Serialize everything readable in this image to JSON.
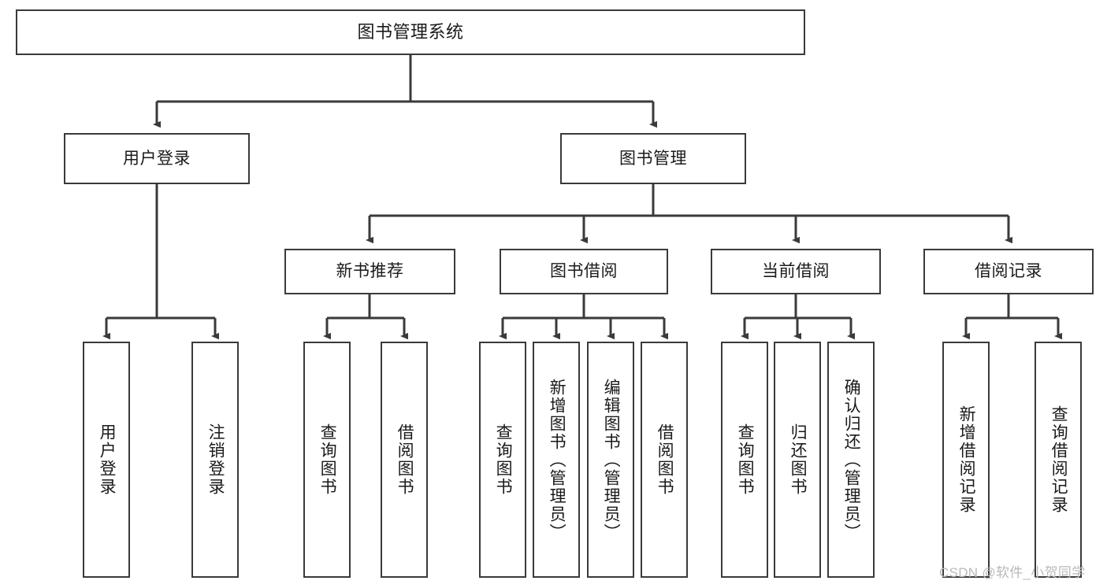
{
  "diagram": {
    "title": "图书管理系统",
    "type": "tree-hierarchy",
    "watermark": "CSDN @软件_小贺同学",
    "colors": {
      "border": "#3a3a3a",
      "background": "#ffffff",
      "text": "#1a1a1a",
      "edge": "#3a3a3a",
      "watermark": "#b9b9b9"
    },
    "root": {
      "label": "图书管理系统"
    },
    "level1": [
      {
        "label": "用户登录"
      },
      {
        "label": "图书管理"
      }
    ],
    "level2": [
      {
        "label": "新书推荐"
      },
      {
        "label": "图书借阅"
      },
      {
        "label": "当前借阅"
      },
      {
        "label": "借阅记录"
      }
    ],
    "leaves": {
      "user_login": [
        {
          "label": "用户登录"
        },
        {
          "label": "注销登录"
        }
      ],
      "new_book": [
        {
          "label": "查询图书"
        },
        {
          "label": "借阅图书"
        }
      ],
      "book_borrow": [
        {
          "label": "查询图书"
        },
        {
          "label": "新增图书（管理员）"
        },
        {
          "label": "编辑图书（管理员）"
        },
        {
          "label": "借阅图书"
        }
      ],
      "current_borrow": [
        {
          "label": "查询图书"
        },
        {
          "label": "归还图书"
        },
        {
          "label": "确认归还（管理员）"
        }
      ],
      "borrow_record": [
        {
          "label": "新增借阅记录"
        },
        {
          "label": "查询借阅记录"
        }
      ]
    }
  }
}
